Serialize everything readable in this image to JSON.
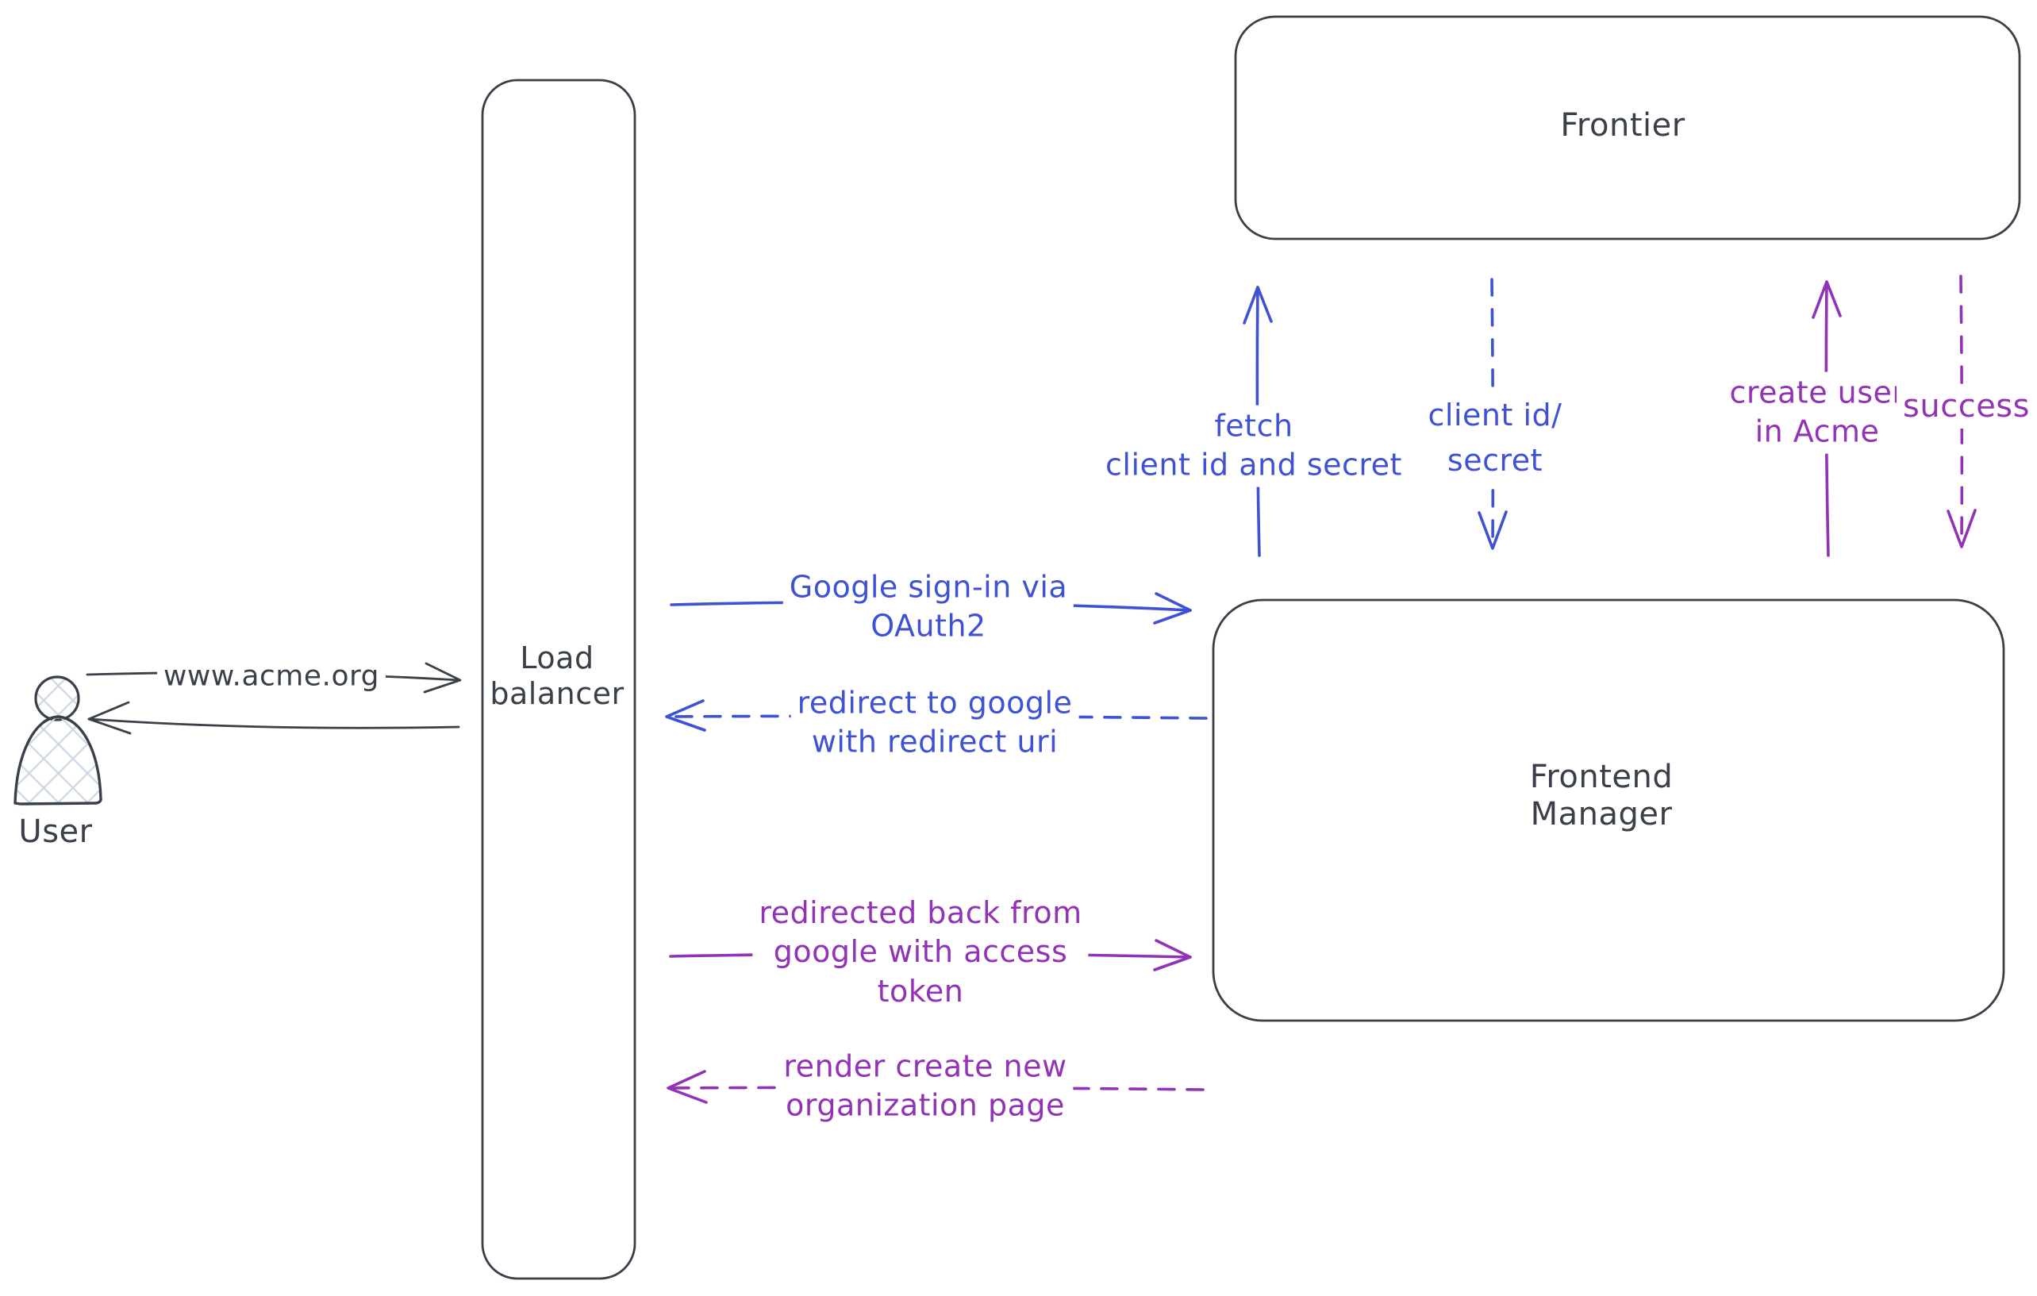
{
  "colors": {
    "ink": "#3a4049",
    "blue": "#3e52d3",
    "purple": "#9233b5",
    "hatch_fill": "#ccd7e2",
    "background": "#ffffff"
  },
  "nodes": {
    "user": {
      "label": "User",
      "shape": "person"
    },
    "load_balancer": {
      "lines": [
        "Load",
        "balancer"
      ],
      "shape": "rounded-rect"
    },
    "frontier": {
      "label": "Frontier",
      "shape": "rounded-rect"
    },
    "frontend_manager": {
      "lines": [
        "Frontend",
        "Manager"
      ],
      "shape": "rounded-rect"
    }
  },
  "arrows": {
    "www_acme": {
      "label": "www.acme.org",
      "style": "solid",
      "color": "ink",
      "from": "User",
      "to": "Load balancer"
    },
    "lb_response": {
      "style": "solid",
      "color": "ink",
      "from": "Load balancer",
      "to": "User"
    },
    "google_signin": {
      "lines": [
        "Google sign-in via",
        "OAuth2"
      ],
      "style": "solid",
      "color": "blue",
      "from": "Load balancer",
      "to": "Frontend Manager"
    },
    "redirect_to_google": {
      "lines": [
        "redirect to google",
        "with redirect uri"
      ],
      "style": "dashed",
      "color": "blue",
      "from": "Frontend Manager",
      "to": "Load balancer"
    },
    "fetch_client_creds": {
      "lines": [
        "fetch",
        "client id and secret"
      ],
      "style": "solid",
      "color": "blue",
      "from": "Frontend Manager",
      "to": "Frontier"
    },
    "client_id_secret": {
      "lines": [
        "client id/",
        "secret"
      ],
      "style": "dashed",
      "color": "blue",
      "from": "Frontier",
      "to": "Frontend Manager"
    },
    "redirected_back": {
      "lines": [
        "redirected back from",
        "google with access",
        "token"
      ],
      "style": "solid",
      "color": "purple",
      "from": "Load balancer",
      "to": "Frontend Manager"
    },
    "render_org_page": {
      "lines": [
        "render create new",
        "organization page"
      ],
      "style": "dashed",
      "color": "purple",
      "from": "Frontend Manager",
      "to": "Load balancer"
    },
    "create_user": {
      "lines": [
        "create user",
        "in Acme"
      ],
      "style": "solid",
      "color": "purple",
      "from": "Frontend Manager",
      "to": "Frontier"
    },
    "success": {
      "label": "success",
      "style": "dashed",
      "color": "purple",
      "from": "Frontier",
      "to": "Frontend Manager"
    }
  }
}
